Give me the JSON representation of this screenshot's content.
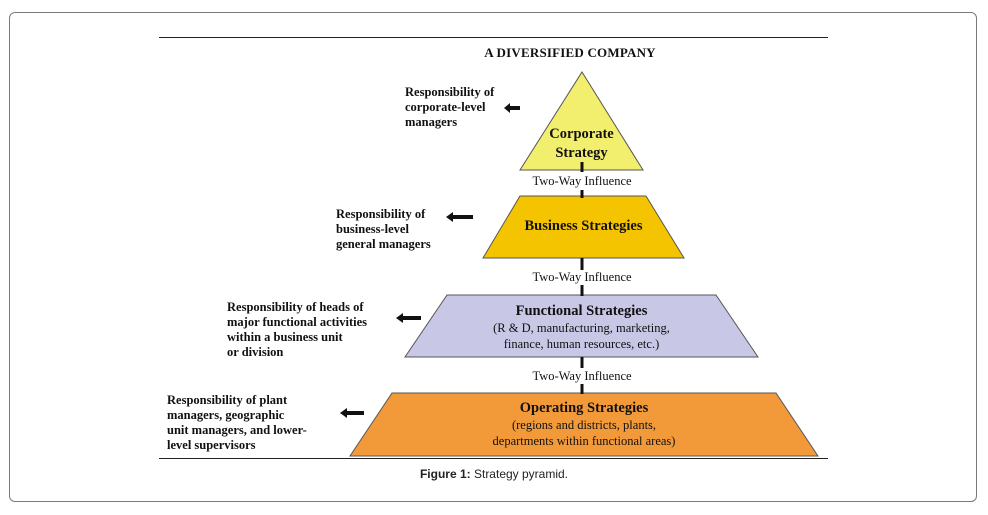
{
  "title": "A DIVERSIFIED COMPANY",
  "levels": [
    {
      "name": "Corporate Strategy",
      "line1": "Corporate",
      "line2": "Strategy",
      "detail": "",
      "color": "#f3ef6e",
      "responsibility": [
        "Responsibility of",
        "corporate-level",
        "managers"
      ]
    },
    {
      "name": "Business Strategies",
      "detail": "",
      "color": "#f5c400",
      "responsibility": [
        "Responsibility of",
        "business-level",
        "general managers"
      ]
    },
    {
      "name": "Functional Strategies",
      "detail_lines": [
        "(R & D, manufacturing, marketing,",
        "finance, human resources, etc.)"
      ],
      "color": "#c9c7e6",
      "responsibility": [
        "Responsibility of heads of",
        "major functional activities",
        "within a business unit",
        "or division"
      ]
    },
    {
      "name": "Operating Strategies",
      "detail_lines": [
        "(regions and districts, plants,",
        "departments within functional areas)"
      ],
      "color": "#f29a3a",
      "responsibility": [
        "Responsibility of plant",
        "managers, geographic",
        "unit managers, and lower-",
        "level supervisors"
      ]
    }
  ],
  "influence_label": "Two-Way Influence",
  "caption": {
    "label": "Figure 1:",
    "text": " Strategy pyramid."
  }
}
